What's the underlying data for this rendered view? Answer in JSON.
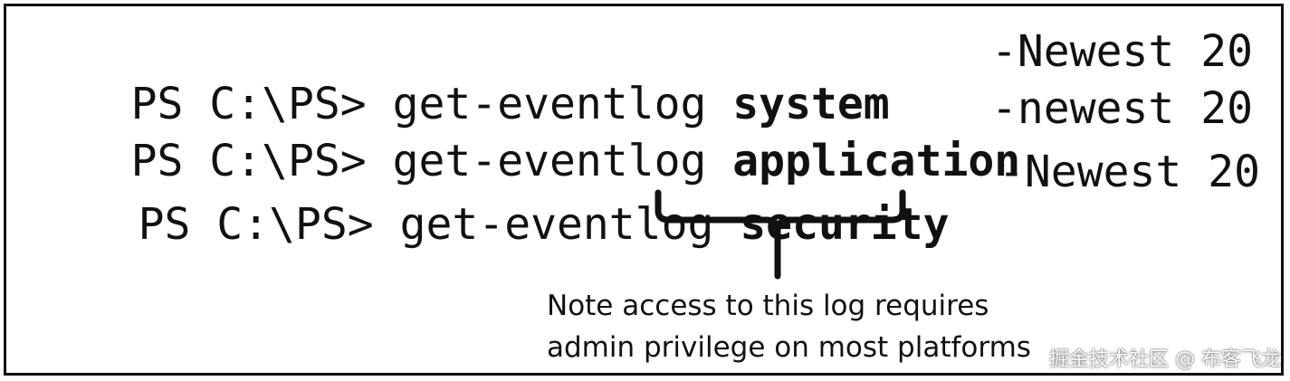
{
  "commands": [
    {
      "prompt": "PS C:\\PS>",
      "command": "get-eventlog",
      "log": "system",
      "parameter": "-Newest",
      "count": "20"
    },
    {
      "prompt": "PS C:\\PS>",
      "command": "get-eventlog",
      "log": "application",
      "parameter": "-newest",
      "count": "20"
    },
    {
      "prompt": "PS C:\\PS>",
      "command": "get-eventlog",
      "log": "security",
      "parameter": "-Newest",
      "count": "20"
    }
  ],
  "annotation": {
    "line1": "Note access to this log requires",
    "line2": "admin privilege on most platforms"
  },
  "watermark": "掘金技术社区 @ 布客飞龙",
  "colors": {
    "text": "#111111",
    "border": "#111111",
    "background": "#ffffff"
  }
}
